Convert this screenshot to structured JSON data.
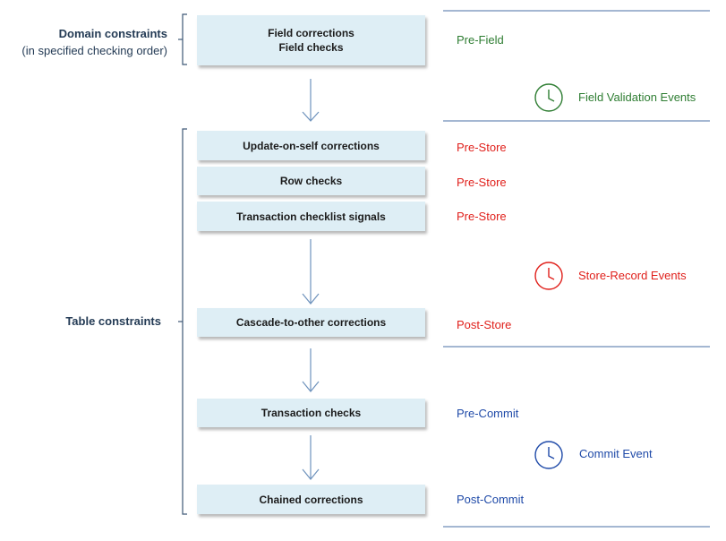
{
  "groups": {
    "domain": {
      "title": "Domain constraints",
      "subtitle": "(in specified checking order)"
    },
    "table": {
      "title": "Table constraints"
    }
  },
  "boxes": {
    "field": {
      "line1": "Field corrections",
      "line2": "Field checks"
    },
    "update_on_self": "Update-on-self corrections",
    "row_checks": "Row checks",
    "txn_checklist": "Transaction checklist signals",
    "cascade": "Cascade-to-other corrections",
    "txn_checks": "Transaction checks",
    "chained": "Chained corrections"
  },
  "stages": {
    "pre_field": "Pre-Field",
    "pre_store_1": "Pre-Store",
    "pre_store_2": "Pre-Store",
    "pre_store_3": "Pre-Store",
    "post_store": "Post-Store",
    "pre_commit": "Pre-Commit",
    "post_commit": "Post-Commit"
  },
  "events": {
    "field_validation": "Field Validation Events",
    "store_record": "Store-Record Events",
    "commit": "Commit Event"
  },
  "colors": {
    "field": "#2e7d32",
    "store": "#e0201b",
    "commit": "#1f4aa8",
    "box_fill": "#deeef5",
    "arrow": "#6f93bd",
    "bracket": "#3e5876",
    "divider": "#4a6fa5"
  },
  "icons": {
    "field_clock": "clock-icon",
    "store_clock": "clock-icon",
    "commit_clock": "clock-icon"
  }
}
